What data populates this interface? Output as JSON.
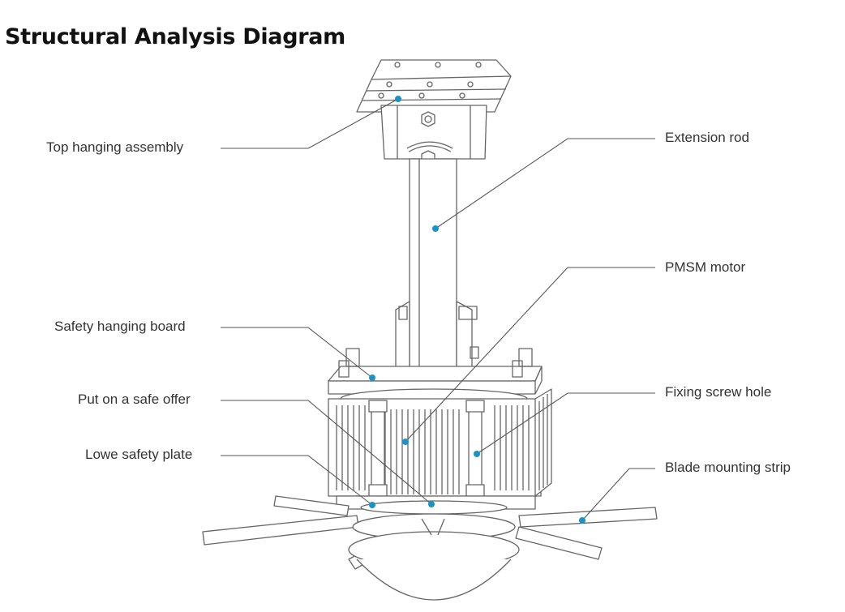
{
  "title": "Structural Analysis Diagram",
  "labels": {
    "top_hanging_assembly": "Top hanging assembly",
    "safety_hanging_board": "Safety hanging board",
    "put_on_a_safe_offer": "Put on a safe offer",
    "lowe_safety_plate": "Lowe safety plate",
    "extension_rod": "Extension rod",
    "pmsm_motor": "PMSM motor",
    "fixing_screw_hole": "Fixing screw hole",
    "blade_mounting_strip": "Blade mounting strip"
  },
  "colors": {
    "line": "#555555",
    "marker": "#1a93c8",
    "drawing": "#666666",
    "title": "#111111"
  }
}
